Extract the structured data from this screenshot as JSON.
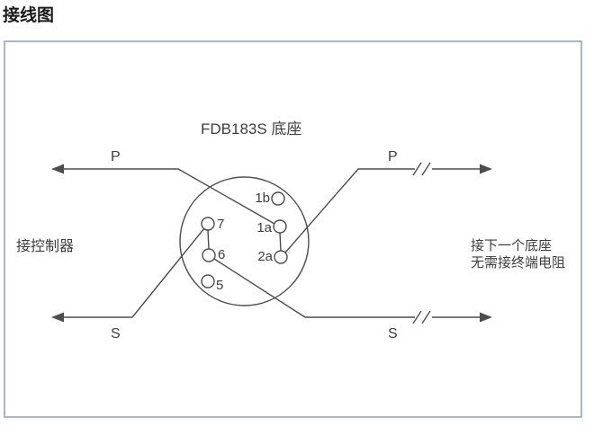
{
  "page_title": "接线图",
  "diagram": {
    "base_title": "FDB183S 底座",
    "left_note": "接控制器",
    "right_note_line1": "接下一个底座",
    "right_note_line2": "无需接终端电阻",
    "wires": {
      "p_left": "P",
      "s_left": "S",
      "p_right": "P",
      "s_right": "S"
    },
    "terminals": {
      "t1b": "1b",
      "t1a": "1a",
      "t2a": "2a",
      "t7": "7",
      "t6": "6",
      "t5": "5"
    },
    "colors": {
      "line": "#4d4d4d",
      "border": "#a6bac4",
      "text": "#3d3d3d",
      "title": "#1a1a1a"
    }
  }
}
